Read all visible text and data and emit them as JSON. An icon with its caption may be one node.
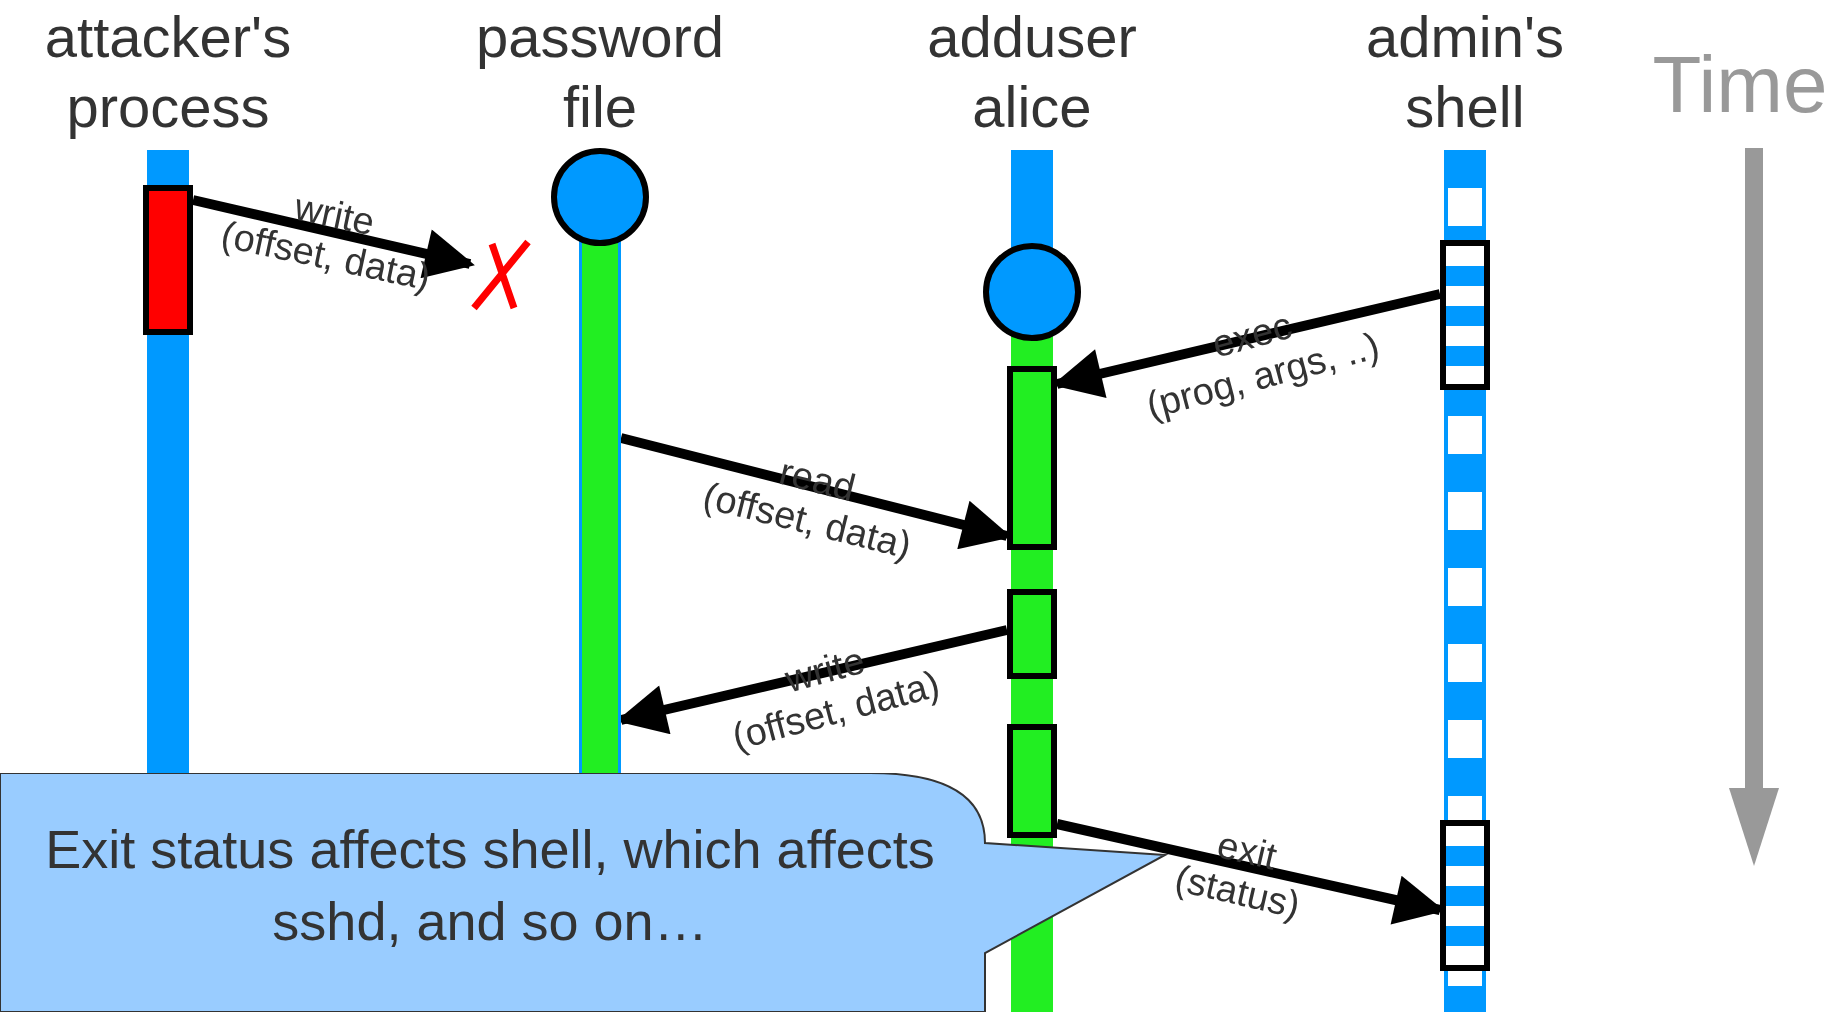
{
  "diagram": {
    "nodes": [
      {
        "text": [
          "attacker's process"
        ]
      },
      {
        "text": [
          "password file"
        ]
      },
      {
        "text": [
          "adduser alice"
        ]
      },
      {
        "text": [
          "admin's shell"
        ]
      },
      {
        "text": [],
        "shape": "box",
        "in": 0
      },
      {
        "text": [],
        "shape": "circle"
      },
      {
        "text": [],
        "shape": "circle"
      },
      {
        "text": [],
        "shape": "box",
        "in": 2
      },
      {
        "text": [],
        "shape": "box",
        "in": 2
      },
      {
        "text": [],
        "shape": "box",
        "in": 2
      },
      {
        "text": [],
        "shape": "box",
        "in": 3
      },
      {
        "text": [],
        "shape": "box",
        "in": 3
      },
      {
        "text": [],
        "shape": "cross"
      },
      {
        "text": [
          "Exit status affects shell, which affects sshd, and so on…"
        ]
      }
    ],
    "edges": [
      {
        "from": 4,
        "to": 12,
        "arrow": "to",
        "label": "write (offset, data)"
      },
      {
        "from": 10,
        "to": 7,
        "arrow": "to",
        "label": "exec (prog, args, ..)"
      },
      {
        "from": 1,
        "to": 7,
        "arrow": "to",
        "label": "read (offset, data)"
      },
      {
        "from": 8,
        "to": 1,
        "arrow": "to",
        "label": "write (offset, data)"
      },
      {
        "from": 9,
        "to": 11,
        "arrow": "to",
        "label": "exit (status)"
      }
    ],
    "labels": [
      "Time"
    ]
  }
}
